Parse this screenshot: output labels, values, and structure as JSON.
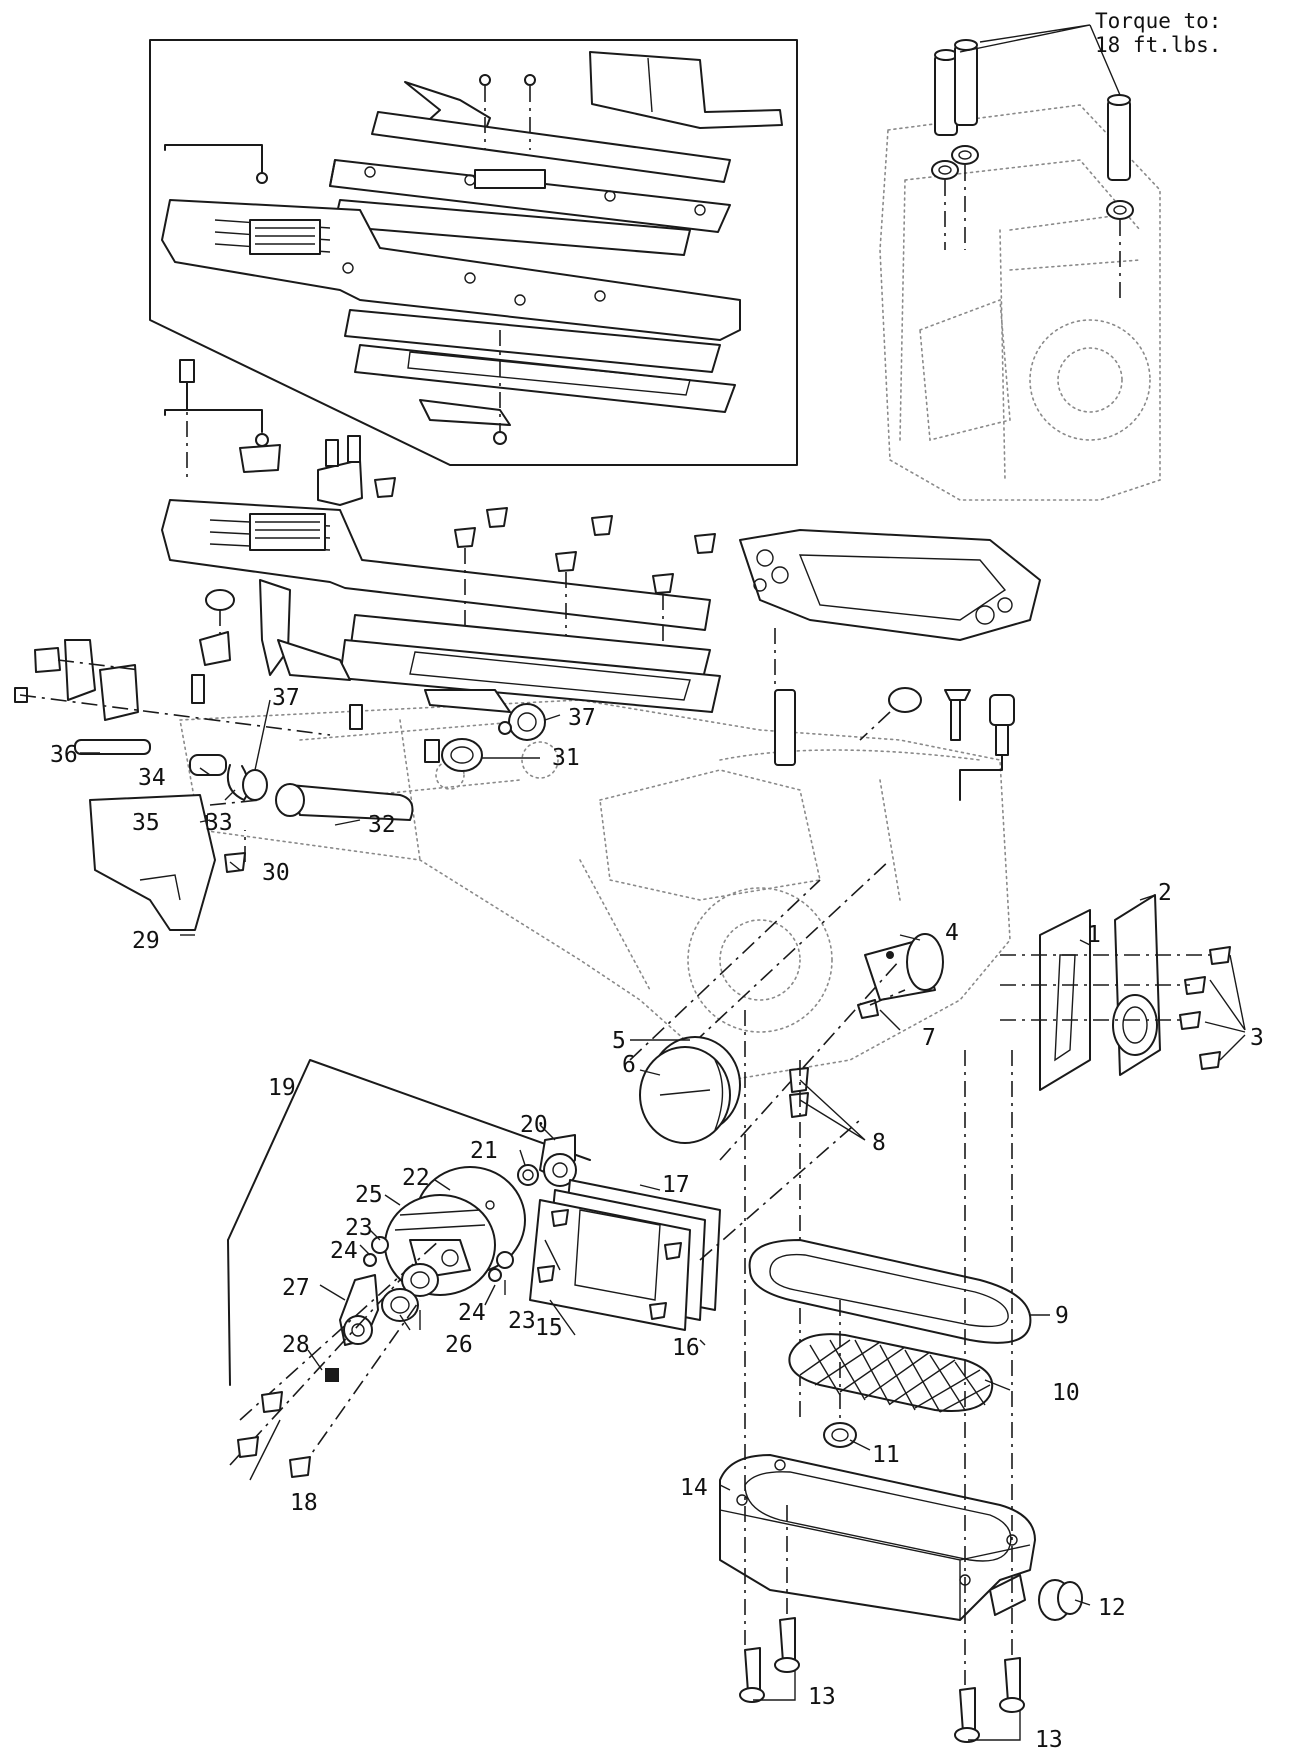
{
  "note": {
    "line1": "Torque to:",
    "line2": "18 ft.lbs."
  },
  "callouts": {
    "c1": "1",
    "c2": "2",
    "c3": "3",
    "c4": "4",
    "c5": "5",
    "c6": "6",
    "c7": "7",
    "c8": "8",
    "c9": "9",
    "c10": "10",
    "c11": "11",
    "c12": "12",
    "c13a": "13",
    "c13b": "13",
    "c14": "14",
    "c15": "15",
    "c16": "16",
    "c17": "17",
    "c18": "18",
    "c19": "19",
    "c20": "20",
    "c21": "21",
    "c22": "22",
    "c23a": "23",
    "c23b": "23",
    "c24a": "24",
    "c24b": "24",
    "c25": "25",
    "c26": "26",
    "c27": "27",
    "c28": "28",
    "c29": "29",
    "c30": "30",
    "c31": "31",
    "c32": "32",
    "c33": "33",
    "c34": "34",
    "c35": "35",
    "c36": "36",
    "c37a": "37",
    "c37b": "37"
  }
}
